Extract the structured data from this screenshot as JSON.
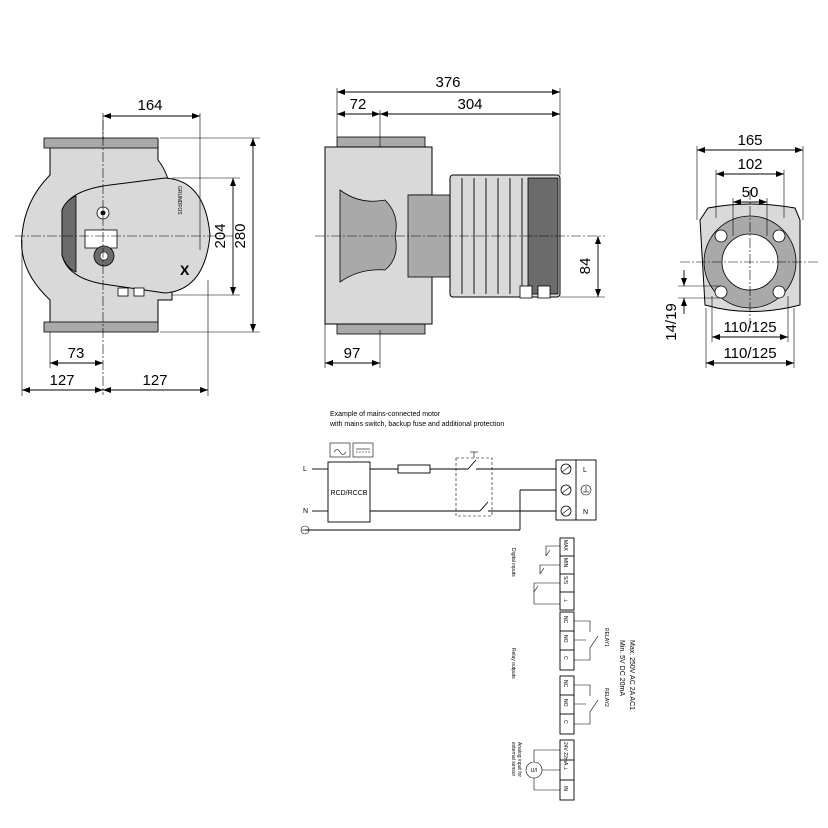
{
  "dimensions": {
    "front_width_top": "164",
    "front_height_inner": "204",
    "front_height_outer": "280",
    "front_offset_73": "73",
    "front_left_127": "127",
    "front_right_127": "127",
    "side_total": "376",
    "side_72": "72",
    "side_304": "304",
    "side_84": "84",
    "side_97": "97",
    "flange_165": "165",
    "flange_102": "102",
    "flange_50": "50",
    "flange_bolt_hole": "14/19",
    "flange_pcd_inner": "110/125",
    "flange_pcd_outer": "110/125"
  },
  "wiring": {
    "caption_line1": "Example of mains-connected motor",
    "caption_line2": "with mains switch, backup fuse and additional protection",
    "label_L": "L",
    "label_N": "N",
    "rcd_label": "RCD/RCCB",
    "terminal_L": "L",
    "terminal_N": "N",
    "digital_inputs_label": "Digital inputs",
    "digital_terminals": [
      "MAX",
      "MIN",
      "S/S",
      "⊥"
    ],
    "relay_outputs_label": "Relay outputs",
    "relay1_terminals": [
      "NC",
      "NO",
      "C"
    ],
    "relay1_label": "RELAY1",
    "relay2_terminals": [
      "NC",
      "NO",
      "C"
    ],
    "relay2_label": "RELAY2",
    "relay_rating_line1": "Max. 250V AC 2A AC1",
    "relay_rating_line2": "Min. 5V DC 20mA",
    "analog_label_line1": "Analog input for",
    "analog_label_line2": "external sensor",
    "analog_terminals": [
      "24V 22mA",
      "⊥",
      "IN"
    ],
    "analog_sensor_symbol": "U/I"
  }
}
